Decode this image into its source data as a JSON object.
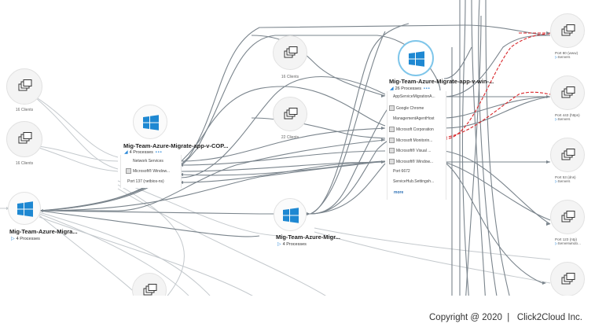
{
  "nodes": {
    "left_client_1": {
      "label": "16 Clients"
    },
    "left_client_2": {
      "label": "16 Clients"
    },
    "left_server": {
      "title": "Mig-Team-Azure-Migra...",
      "processes": "4 Processes"
    },
    "app_server_1": {
      "title": "Mig-Team-Azure-Migrate-app-v-COP...",
      "processes": "4 Processes",
      "items": [
        "Network Services",
        "Microsoft® Window...",
        "Port 137 (netbios-ns)"
      ]
    },
    "mid_client_1": {
      "label": "16 Clients"
    },
    "mid_client_2": {
      "label": "22 Clients"
    },
    "mid_server": {
      "title": "Mig-Team-Azure-Migr...",
      "processes": "4 Processes"
    },
    "selected_server": {
      "title": "Mig-Team-Azure-Migrate-app-v-win-...",
      "processes": "26 Processes",
      "items": [
        "AppServiceMigrationA...",
        "Google Chrome",
        "ManagementAgentHost",
        "Microsoft Corporation",
        "Microsoft Monitorin...",
        "Microsoft® Visual ...",
        "Microsoft® Window...",
        "Port 6672",
        "ServiceHub.Settingsh..."
      ],
      "more": "more"
    },
    "right_ports": [
      {
        "port": "Port 80 (www)",
        "sub": "Servers"
      },
      {
        "port": "Port 443 (https)",
        "sub": "Servers"
      },
      {
        "port": "Port 53 (dns)",
        "sub": "Servers"
      },
      {
        "port": "Port 123 (ntp)",
        "sub": "Serverwindo..."
      }
    ]
  },
  "footer": {
    "copyright": "Copyright @ 2020  |   Click2Cloud Inc."
  },
  "colors": {
    "edge": "#7a848c",
    "edge_light": "#b8bec3",
    "selected_edge": "#d9262a",
    "windows_blue": "#1e88d2",
    "accent": "#2b88d8"
  }
}
